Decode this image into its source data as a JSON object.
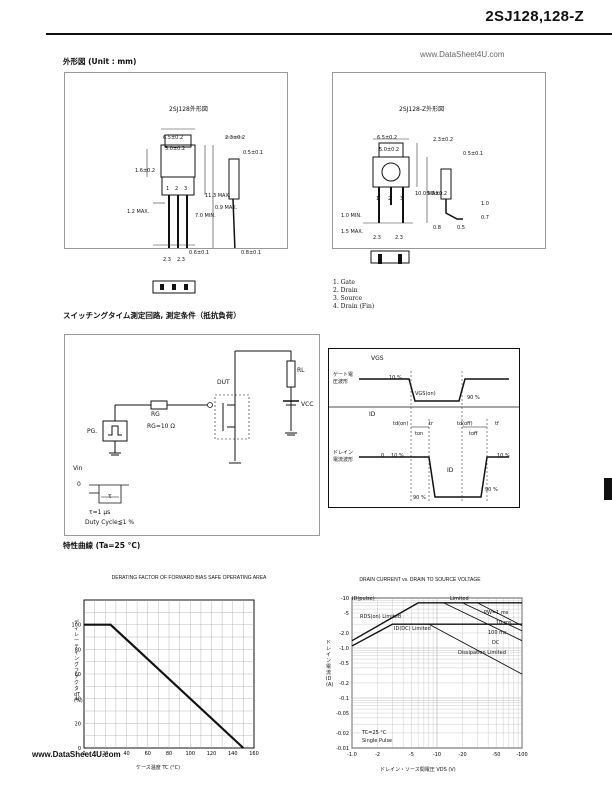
{
  "header": {
    "part_number": "2SJ128,128-Z"
  },
  "watermark": "www.DataSheet4U.com",
  "footer": "www.DataSheet4U.com",
  "outline": {
    "heading": "外形図 (Unit : mm)",
    "left": {
      "title": "2SJ128外形図",
      "dims": [
        "6.5±0.2",
        "2.3±0.2",
        "5.0±0.2",
        "0.5±0.1",
        "1.6±0.2",
        "1.2 MAX.",
        "7.0 MIN.",
        "11.3 MAX.",
        "0.9 MAX.",
        "0.6±0.1",
        "0.8±0.1",
        "2.3",
        "2.3"
      ],
      "pins": [
        "1",
        "2",
        "3"
      ]
    },
    "right": {
      "title": "2SJ128-Z外形図",
      "dims": [
        "6.5±0.2",
        "5.0±0.2",
        "2.3±0.2",
        "0.5±0.1",
        "10.0 MAX.",
        "5.5±0.2",
        "1.0 MIN.",
        "1.5 MAX.",
        "0.8",
        "0.5",
        "2.3",
        "2.3",
        "1.0",
        "0.7"
      ],
      "pins": [
        "1",
        "2",
        "3"
      ],
      "legend": [
        "1.  Gate",
        "2.  Drain",
        "3.  Source",
        "4.  Drain (Fin)"
      ]
    }
  },
  "switching": {
    "heading": "スイッチングタイム測定回路, 測定条件（抵抗負荷）",
    "circuit": {
      "dut": "DUT",
      "rl": "RL",
      "vcc": "VCC",
      "rin": "RG",
      "rin_val": "RG=10 Ω",
      "pg": "PG.",
      "vin": "Vin",
      "zero": "0",
      "tau": "τ",
      "tau_val": "τ=1 μs",
      "duty": "Duty Cycle≦1 %"
    },
    "waveform": {
      "vgs": "VGS",
      "gate_lbl": "ゲート電圧波形",
      "ten_pct_gate": "10 %",
      "ninety_pct_gate": "90 %",
      "vgson": "VGS(on)",
      "id": "ID",
      "drain_lbl": "ドレイン電流波形",
      "td_on": "td(on)",
      "tr": "tr",
      "td_off": "td(off)",
      "tf": "tf",
      "ten_a": "10 %",
      "ten_b": "10 %",
      "ninety_a": "90 %",
      "ninety_b": "90 %",
      "ton": "ton",
      "toff": "toff",
      "id2": "ID",
      "zero": "0"
    }
  },
  "curves": {
    "heading": "特性曲線 (Ta=25 °C)",
    "chart_data": [
      {
        "type": "line",
        "title": "DERATING FACTOR OF FORWARD BIAS SAFE OPERATING AREA",
        "xlabel": "ケース温度  TC (°C)",
        "ylabel": "ディレーティングファクタ  dT (%)",
        "x_ticks": [
          "0",
          "20",
          "40",
          "60",
          "80",
          "100",
          "120",
          "140",
          "160"
        ],
        "y_ticks": [
          "0",
          "20",
          "40",
          "60",
          "80",
          "100"
        ],
        "xlim": [
          0,
          160
        ],
        "ylim": [
          0,
          120
        ],
        "series": [
          {
            "x": [
              0,
              25,
              150
            ],
            "y": [
              100,
              100,
              0
            ]
          }
        ]
      },
      {
        "type": "line",
        "title": "DRAIN CURRENT vs. DRAIN TO SOURCE VOLTAGE",
        "xlabel": "ドレイン・ソース間電圧  VDS (V)",
        "ylabel": "ドレイン電流  ID (A)",
        "x_ticks": [
          "-1.0",
          "-2",
          "-5",
          "-10",
          "-20",
          "-50",
          "-100"
        ],
        "y_ticks": [
          "-10",
          "-5",
          "-2.0",
          "-1.0",
          "-0.5",
          "-0.2",
          "-0.1",
          "-0.05",
          "-0.02",
          "-0.01"
        ],
        "annotations": [
          "ID(pulse)",
          "Limited",
          "ID(DC) Limited",
          "RDS(on) Limited",
          "Dissipation Limited",
          "PW=1 ms",
          "10 ms",
          "100 ms",
          "DC",
          "TC=25 °C",
          "Single Pulse"
        ]
      }
    ]
  }
}
